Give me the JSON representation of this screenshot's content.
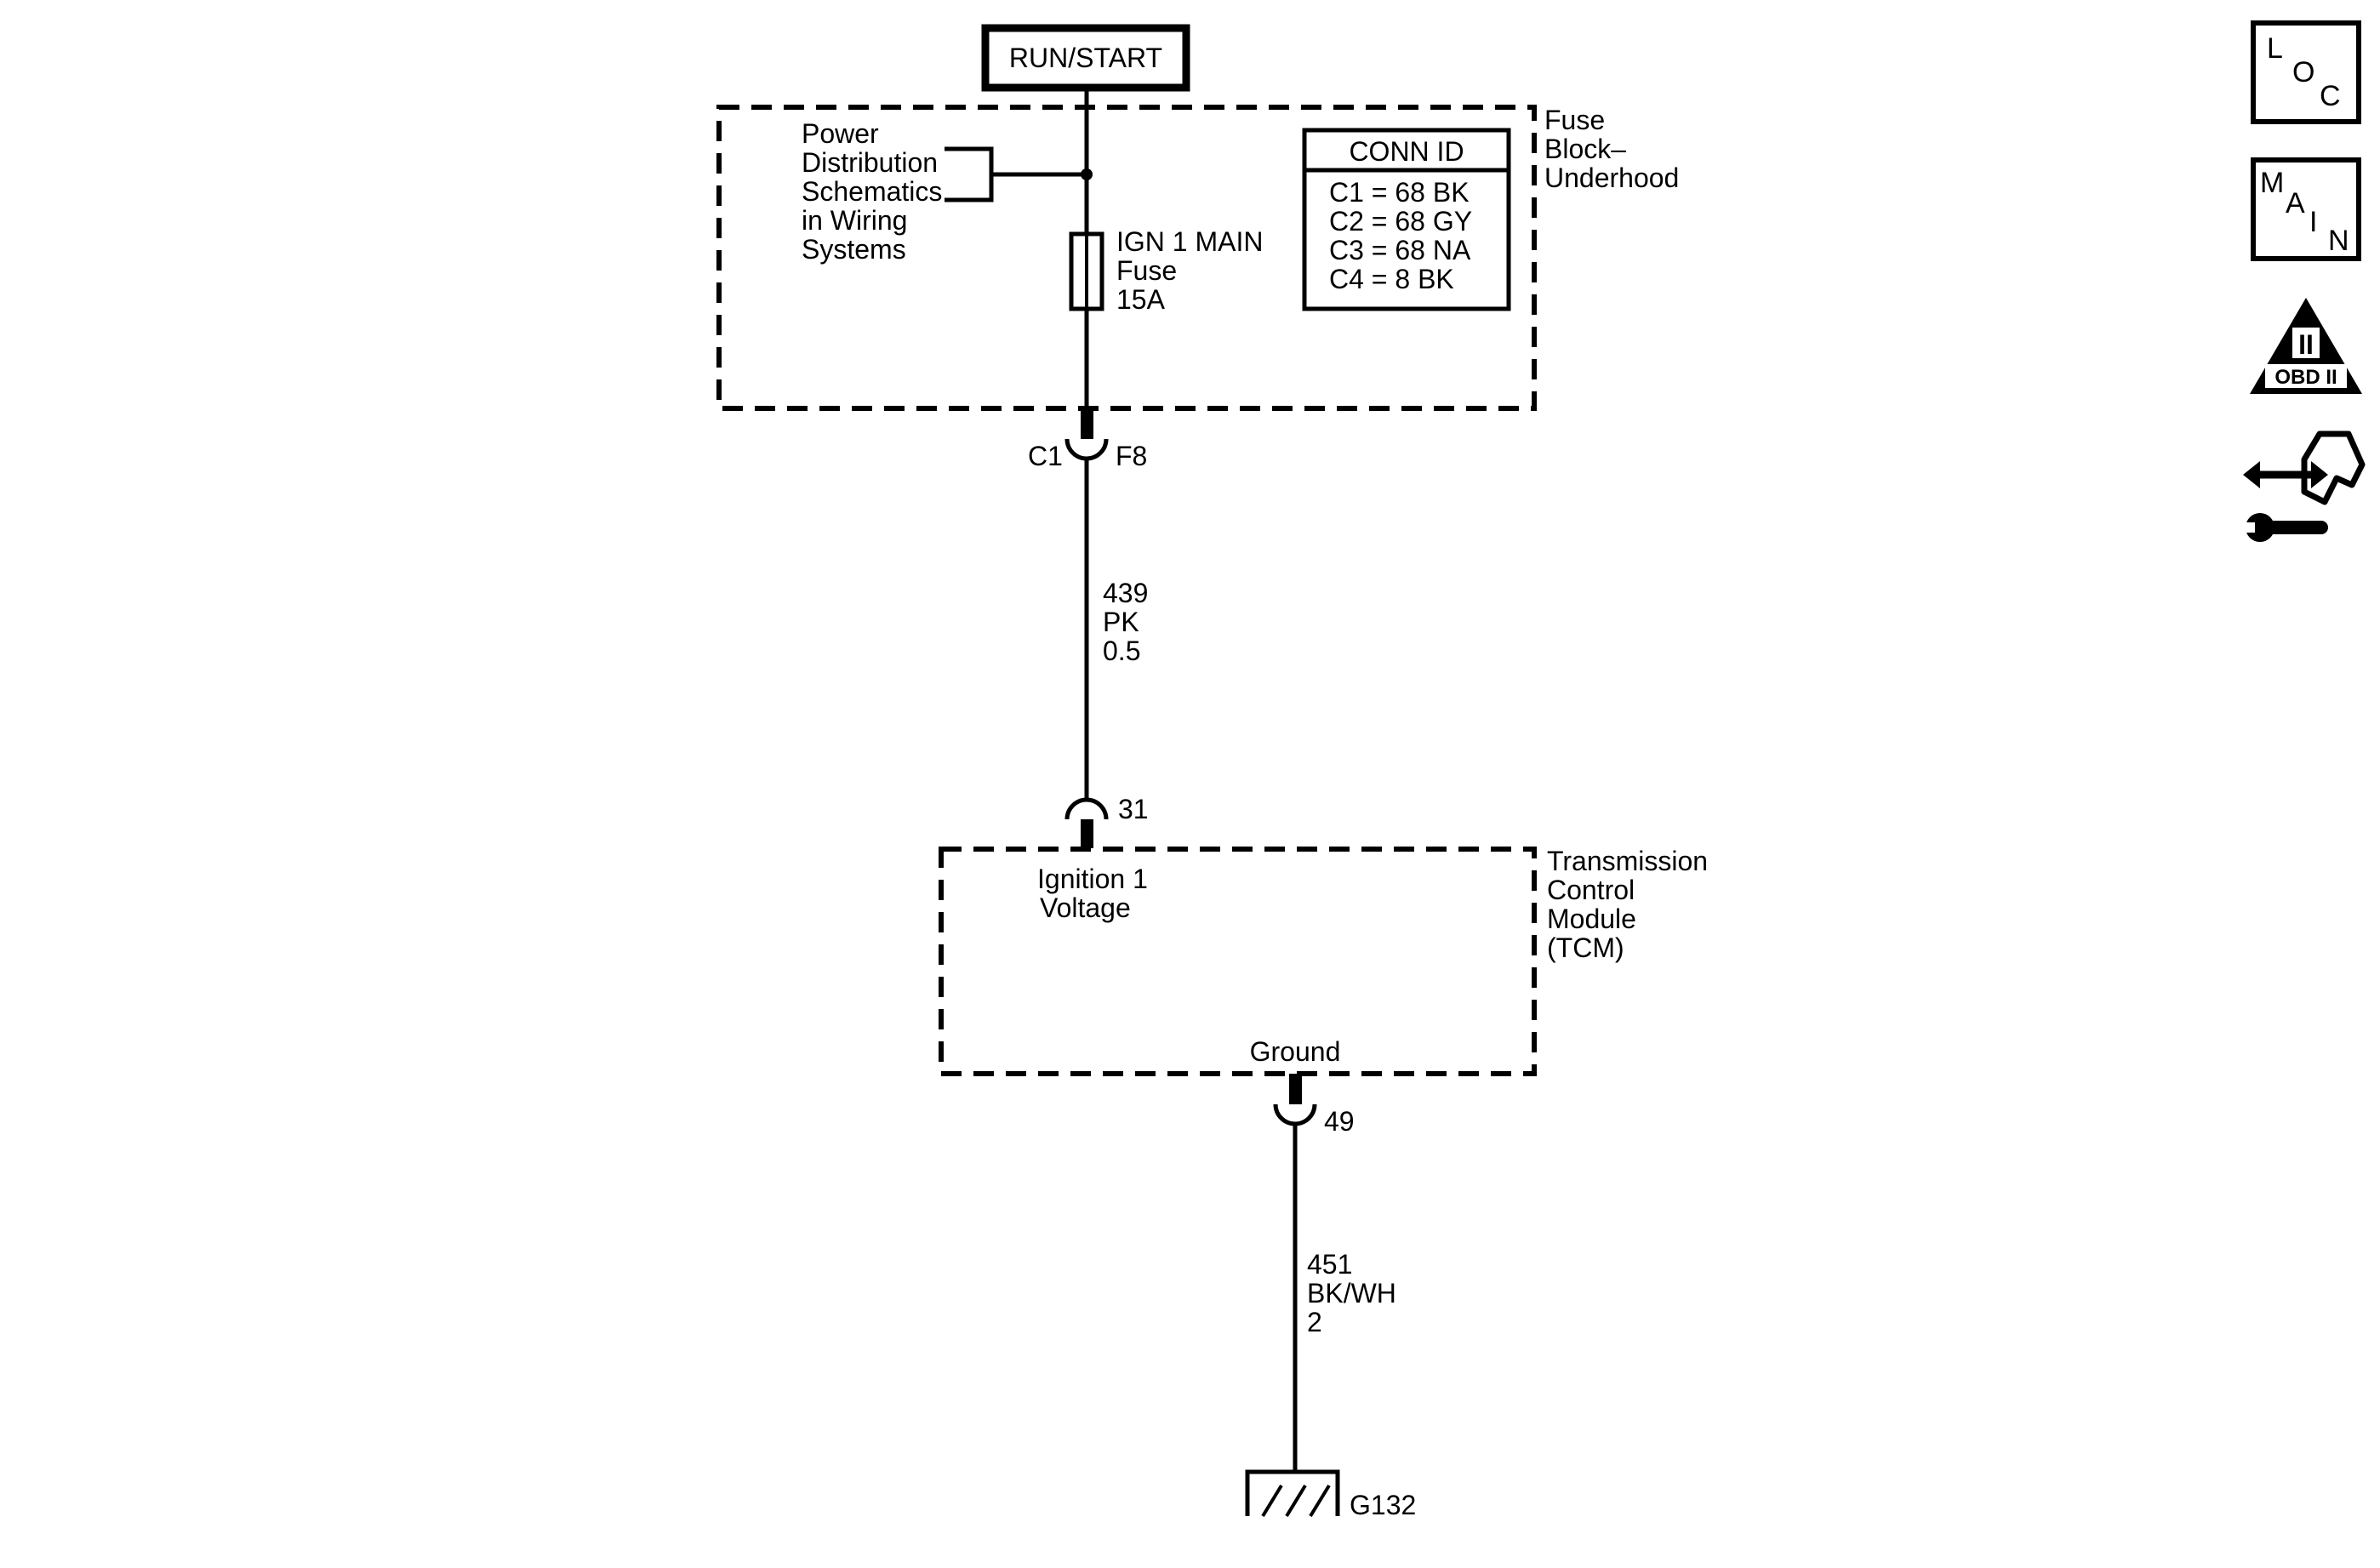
{
  "power_source": {
    "label": "RUN/START"
  },
  "fuse_block": {
    "name_lines": [
      "Fuse",
      "Block–",
      "Underhood"
    ],
    "power_note_lines": [
      "Power",
      "Distribution",
      "Schematics",
      "in Wiring",
      "Systems"
    ],
    "fuse": {
      "name": "IGN 1 MAIN",
      "type": "Fuse",
      "rating": "15A"
    },
    "conn_id": {
      "title": "CONN ID",
      "rows": [
        "C1 = 68 BK",
        "C2 = 68 GY",
        "C3 = 68 NA",
        "C4 = 8 BK"
      ]
    }
  },
  "connector_fuse_out": {
    "connector": "C1",
    "pin": "F8"
  },
  "wire_power": {
    "circuit": "439",
    "color": "PK",
    "gauge": "0.5"
  },
  "tcm": {
    "name_lines": [
      "Transmission",
      "Control",
      "Module",
      "(TCM)"
    ],
    "ign_pin": "31",
    "ign_label_lines": [
      "Ignition 1",
      "Voltage"
    ],
    "ground_label": "Ground",
    "ground_pin": "49"
  },
  "wire_ground": {
    "circuit": "451",
    "color": "BK/WH",
    "gauge": "2"
  },
  "ground": {
    "id": "G132"
  },
  "side_icons": {
    "loc": [
      "L",
      "O",
      "C"
    ],
    "main": [
      "M",
      "A",
      "I",
      "N"
    ],
    "obd": {
      "numeral": "II",
      "label": "OBD II"
    }
  }
}
